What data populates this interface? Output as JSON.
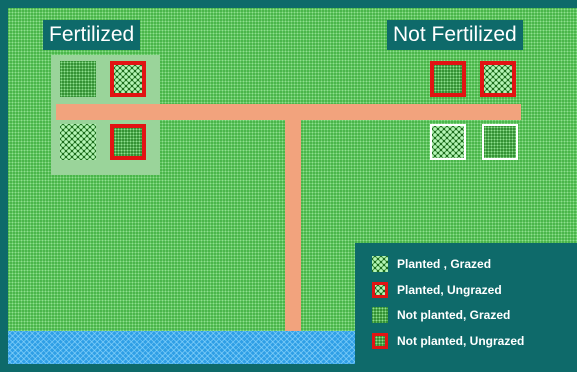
{
  "labels": {
    "fertilized": "Fertilized",
    "not_fertilized": "Not Fertilized"
  },
  "legend": [
    {
      "label": "Planted , Grazed",
      "pattern": "checker",
      "border": "none"
    },
    {
      "label": "Planted, Ungrazed",
      "pattern": "checker",
      "border": "red"
    },
    {
      "label": "Not planted, Grazed",
      "pattern": "fine",
      "border": "none"
    },
    {
      "label": "Not planted, Ungrazed",
      "pattern": "fine",
      "border": "red"
    }
  ],
  "colors": {
    "background": "#0e6a6a",
    "field": "#43b243",
    "fertilized_area": "#9ad49a",
    "road": "#f2a37d",
    "water": "#2f9fe6",
    "ungrazed_border": "#e21313"
  }
}
